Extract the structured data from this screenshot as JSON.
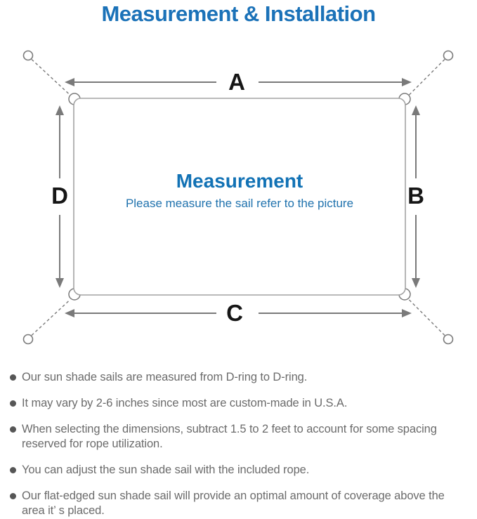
{
  "title": "Measurement & Installation",
  "colors": {
    "accent_blue": "#1b72b8",
    "center_heading_blue": "#1272b5",
    "center_subheading_blue": "#2173ae",
    "diagram_line_gray": "#7a7a7a",
    "sail_border_gray": "#a3a3a3",
    "note_text_gray": "#6b6b6b",
    "dim_label_black": "#161616"
  },
  "diagram": {
    "labels": {
      "top": "A",
      "right": "B",
      "bottom": "C",
      "left": "D"
    },
    "center": {
      "heading": "Measurement",
      "subheading": "Please measure the sail refer to the picture"
    },
    "icons": {
      "anchor_point": "small hollow circle (anchor point)",
      "d_ring": "hollow ring at sail corner (D-ring)",
      "tension_line": "dashed line from D-ring to anchor point",
      "measure_arrow": "gray double-headed measurement arrow"
    }
  },
  "notes": [
    "Our sun shade sails are measured from D-ring to D-ring.",
    "It may vary by 2-6 inches since most are custom-made in U.S.A.",
    "When selecting the dimensions, subtract 1.5 to 2 feet to account for some spacing reserved for rope utilization.",
    "You can adjust the sun shade sail with the included rope.",
    "Our flat-edged sun shade sail will provide an optimal amount of coverage above the area it’ s placed."
  ]
}
